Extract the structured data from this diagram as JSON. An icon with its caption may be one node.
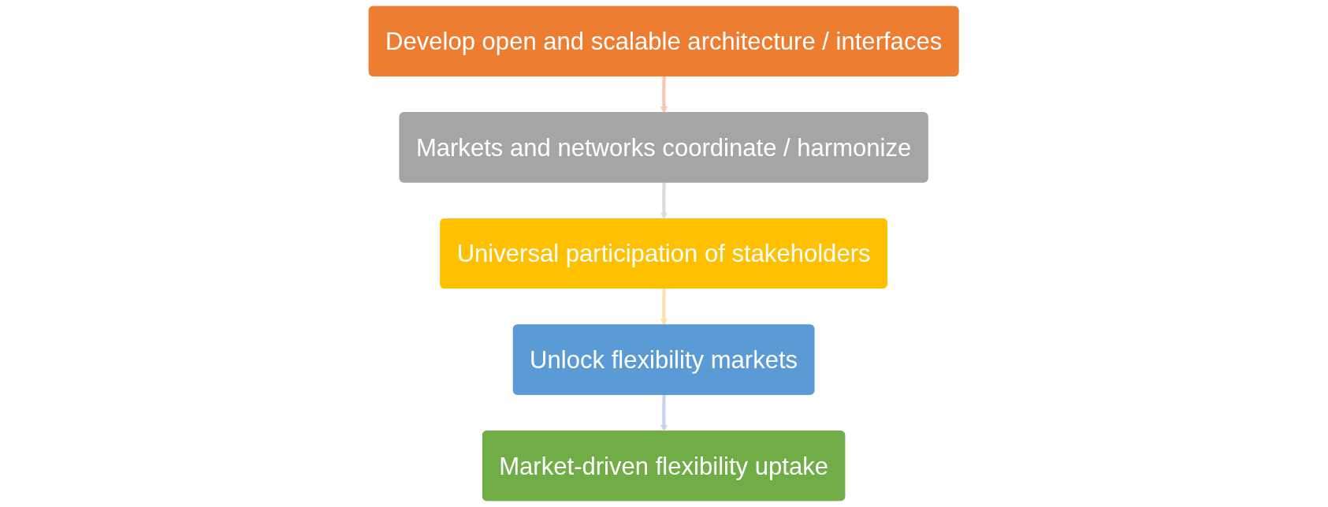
{
  "diagram": {
    "nodes": [
      {
        "text": [
          "Develop open and scalable architecture / interfaces"
        ]
      },
      {
        "text": [
          "Markets and networks coordinate / harmonize"
        ]
      },
      {
        "text": [
          "Universal participation of stakeholders"
        ]
      },
      {
        "text": [
          "Unlock flexibility markets"
        ]
      },
      {
        "text": [
          "Market-driven flexibility uptake"
        ]
      }
    ],
    "edges": [
      {
        "from": 0,
        "to": 1,
        "arrow": "to",
        "color": "#f4c7b0"
      },
      {
        "from": 1,
        "to": 2,
        "arrow": "to",
        "color": "#dcdcdc"
      },
      {
        "from": 2,
        "to": 3,
        "arrow": "to",
        "color": "#ffe0a8"
      },
      {
        "from": 3,
        "to": 4,
        "arrow": "to",
        "color": "#c5d6ea"
      }
    ]
  }
}
